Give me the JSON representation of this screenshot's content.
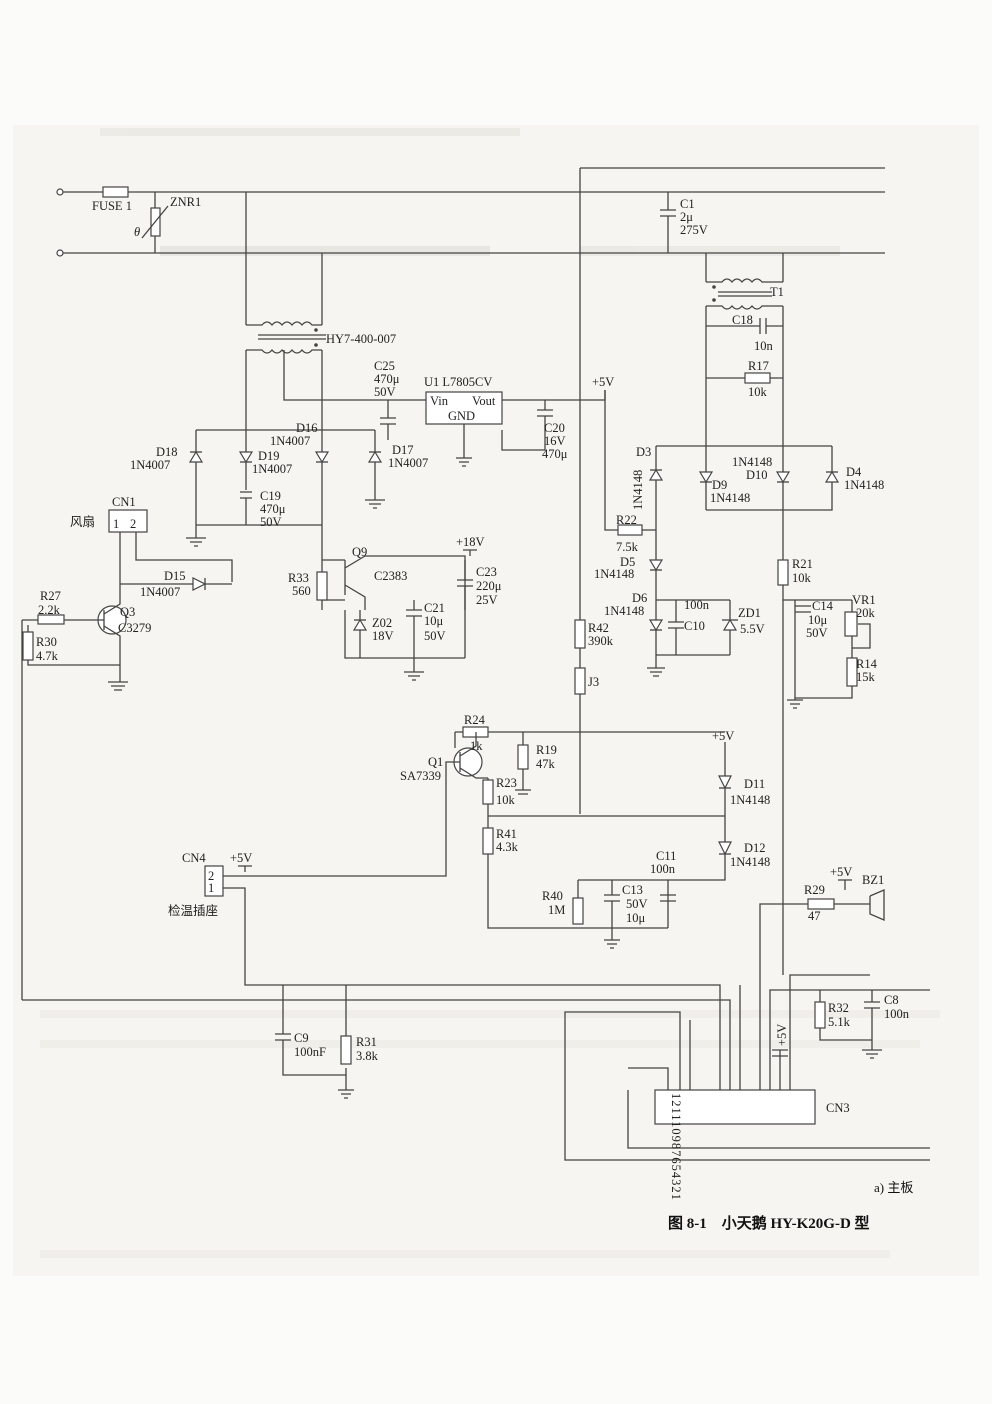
{
  "components": {
    "fuse1": "FUSE 1",
    "znr1": "ZNR1",
    "theta": "θ",
    "c1": {
      "ref": "C1",
      "value": "2μ",
      "rating": "275V"
    },
    "t1": "T1",
    "c18": {
      "ref": "C18",
      "value": "10n"
    },
    "r17": {
      "ref": "R17",
      "value": "10k"
    },
    "hy7": "HY7-400-007",
    "c25": {
      "ref": "C25",
      "value": "470μ",
      "rating": "50V"
    },
    "u1": {
      "ref": "U1 L7805CV",
      "vin": "Vin",
      "vout": "Vout",
      "gnd": "GND"
    },
    "plus5v": "+5V",
    "c20": {
      "ref": "C20",
      "rating": "16V",
      "value": "470μ"
    },
    "d16": {
      "ref": "D16",
      "part": "1N4007"
    },
    "d17": {
      "ref": "D17",
      "part": "1N4007"
    },
    "d18": {
      "ref": "D18",
      "part": "1N4007"
    },
    "d19": {
      "ref": "D19",
      "part": "1N4007"
    },
    "c19": {
      "ref": "C19",
      "value": "470μ",
      "rating": "50V"
    },
    "d3": {
      "ref": "D3",
      "part": "1N4148"
    },
    "d9": {
      "ref": "D9",
      "part": "1N4148"
    },
    "d10": {
      "ref": "D10",
      "part": "1N4148"
    },
    "d4": {
      "ref": "D4",
      "part": "1N4148"
    },
    "cn1": {
      "ref": "CN1",
      "label": "风扇",
      "p1": "1",
      "p2": "2"
    },
    "d15": {
      "ref": "D15",
      "part": "1N4007"
    },
    "q9": {
      "ref": "Q9",
      "part": "C2383"
    },
    "plus18v": "+18V",
    "c23": {
      "ref": "C23",
      "value": "220μ",
      "rating": "25V"
    },
    "r33": {
      "ref": "R33",
      "value": "560"
    },
    "z02": {
      "ref": "Z02",
      "value": "18V"
    },
    "c21": {
      "ref": "C21",
      "value": "10μ",
      "rating": "50V"
    },
    "r22": {
      "ref": "R22",
      "value": "7.5k"
    },
    "d5": {
      "ref": "D5",
      "part": "1N4148"
    },
    "d6": {
      "ref": "D6",
      "part": "1N4148"
    },
    "c10": {
      "ref": "C10",
      "value": "100n"
    },
    "zd1": {
      "ref": "ZD1",
      "value": "5.5V"
    },
    "r21": {
      "ref": "R21",
      "value": "10k"
    },
    "c14": {
      "ref": "C14",
      "value": "10μ",
      "rating": "50V"
    },
    "vr1": {
      "ref": "VR1",
      "value": "20k"
    },
    "r14": {
      "ref": "R14",
      "value": "15k"
    },
    "r27": {
      "ref": "R27",
      "value": "2.2k"
    },
    "q3": {
      "ref": "Q3",
      "part": "C3279"
    },
    "r30": {
      "ref": "R30",
      "value": "4.7k"
    },
    "r42": {
      "ref": "R42",
      "value": "390k"
    },
    "j3": "J3",
    "r24": {
      "ref": "R24",
      "value": "1k"
    },
    "q1": {
      "ref": "Q1",
      "part": "SA7339"
    },
    "r19": {
      "ref": "R19",
      "value": "47k"
    },
    "r23": {
      "ref": "R23",
      "value": "10k"
    },
    "d11": {
      "ref": "D11",
      "part": "1N4148"
    },
    "r41": {
      "ref": "R41",
      "value": "4.3k"
    },
    "d12": {
      "ref": "D12",
      "part": "1N4148"
    },
    "cn4": {
      "ref": "CN4",
      "label": "检温插座",
      "p1": "1",
      "p2": "2"
    },
    "c11": {
      "ref": "C11",
      "value": "100n"
    },
    "r40": {
      "ref": "R40",
      "value": "1M"
    },
    "c13": {
      "ref": "C13",
      "rating": "50V",
      "value": "10μ"
    },
    "bz1": "BZ1",
    "r29": {
      "ref": "R29",
      "value": "47"
    },
    "c9": {
      "ref": "C9",
      "value": "100nF"
    },
    "r31": {
      "ref": "R31",
      "value": "3.8k"
    },
    "r32": {
      "ref": "R32",
      "value": "5.1k"
    },
    "c8": {
      "ref": "C8",
      "value": "100n"
    },
    "cn3": {
      "ref": "CN3",
      "pins": "121110987654321"
    }
  },
  "caption": {
    "sub": "a) 主板",
    "figure": "图 8-1　小天鹅 HY-K20G-D 型"
  }
}
